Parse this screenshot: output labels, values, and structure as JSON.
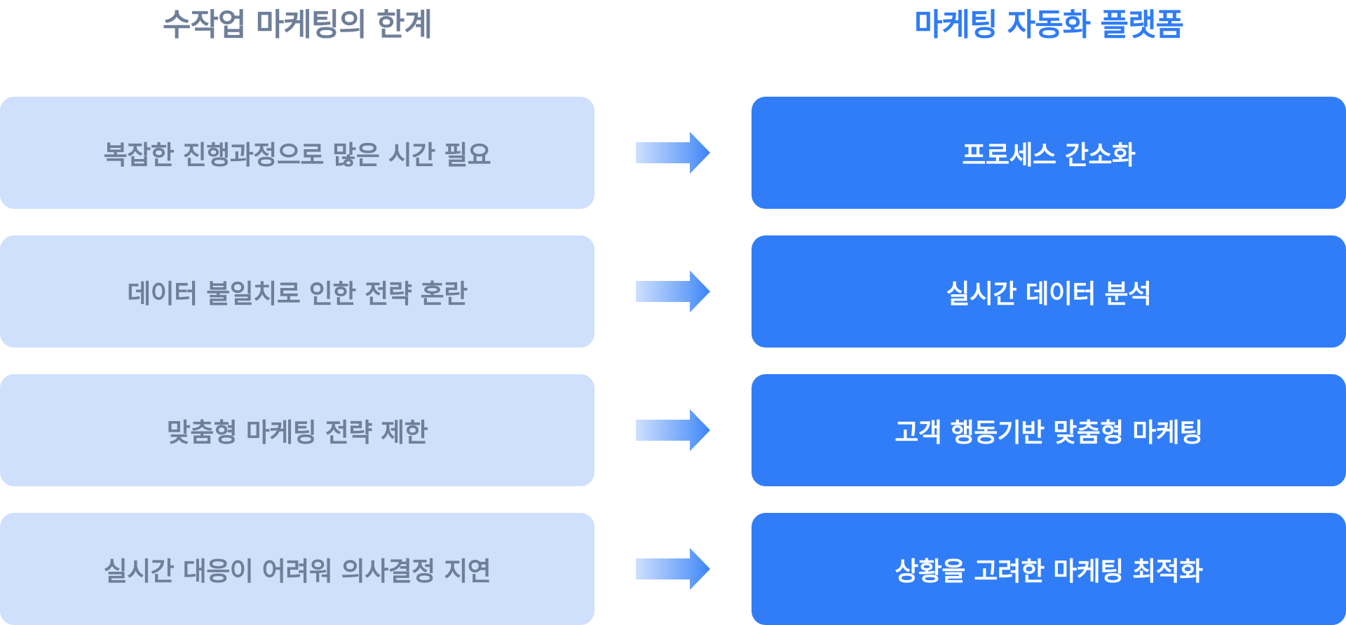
{
  "headers": {
    "left_title": "수작업 마케팅의 한계",
    "right_title": "마케팅 자동화 플랫폼"
  },
  "rows": [
    {
      "problem": "복잡한 진행과정으로 많은 시간 필요",
      "solution": "프로세스 간소화"
    },
    {
      "problem": "데이터 불일치로 인한 전략 혼란",
      "solution": "실시간 데이터 분석"
    },
    {
      "problem": "맞춤형 마케팅 전략 제한",
      "solution": "고객 행동기반 맞춤형 마케팅"
    },
    {
      "problem": "실시간 대응이 어려워 의사결정 지연",
      "solution": "상황을 고려한 마케팅 최적화"
    }
  ],
  "colors": {
    "problem_bg": "#cfe0fd",
    "problem_text": "#6f7f99",
    "solution_bg": "#307df7",
    "solution_text": "#ffffff",
    "left_title": "#6f7f99",
    "right_title": "#2f7cf6",
    "arrow_start": "#cfe0fd",
    "arrow_end": "#3a83f7"
  },
  "icons": {
    "row_connector": "arrow-right-gradient-icon"
  }
}
